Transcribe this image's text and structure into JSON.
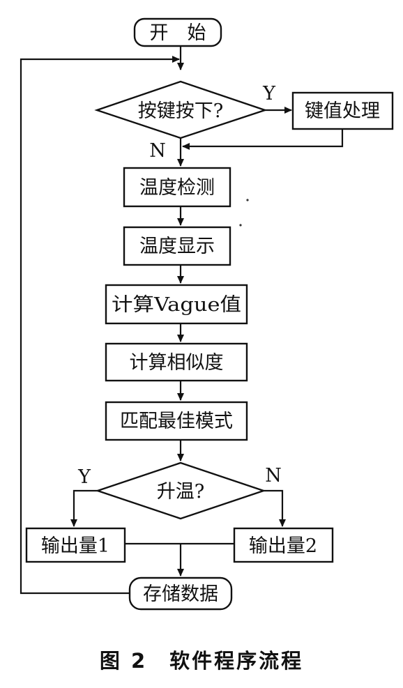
{
  "nodes": {
    "start": "开　始",
    "key_pressed": "按键按下?",
    "key_handle": "键值处理",
    "temp_detect": "温度检测",
    "temp_display": "温度显示",
    "calc_vague": "计算Vague值",
    "calc_similarity": "计算相似度",
    "match_pattern": "匹配最佳模式",
    "heating": "升温?",
    "output1": "输出量1",
    "output2": "输出量2",
    "store_data": "存储数据"
  },
  "branches": {
    "key_yes": "Y",
    "key_no": "N",
    "heat_yes": "Y",
    "heat_no": "N"
  },
  "caption": "图 2　软件程序流程"
}
